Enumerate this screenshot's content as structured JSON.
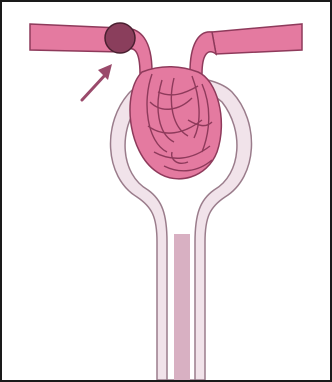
{
  "figure": {
    "kind": "renal corpuscle illustration",
    "labels": [],
    "colors": {
      "background": "#ffffff",
      "border": "#1a1a1a",
      "vessel": "#e47aa0",
      "vessel_outline": "#8e3a5b",
      "capsule_fill": "#f1e3ea",
      "capsule_outline": "#9a7c8b",
      "tubule_fill": "#e7ccd8",
      "tubule_lumen": "#d8b0c2",
      "juxtaglomerular_cell": "#8a3e5c",
      "pointer_arrow": "#9a4a6b"
    },
    "parts": {
      "afferent_vessel": "afferent-arteriole",
      "efferent_vessel": "efferent-arteriole",
      "glomerulus": "glomerular-capillary-tuft",
      "capsule": "bowman-capsule",
      "tubule": "proximal-tubule",
      "marker": "juxtaglomerular-apparatus",
      "arrow": "pointer-arrow"
    }
  }
}
